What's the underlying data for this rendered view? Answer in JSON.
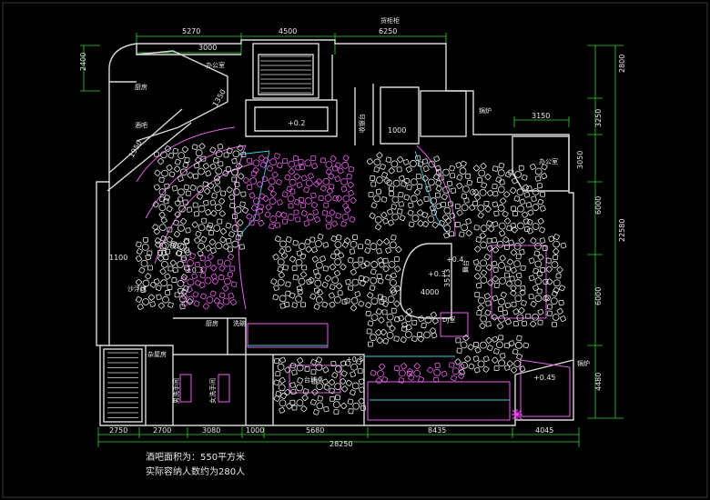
{
  "dims": {
    "top": [
      "5270",
      "3000",
      "4500",
      "6250"
    ],
    "right": [
      "2800",
      "3250",
      "3050",
      "6000",
      "22580",
      "6000",
      "4480"
    ],
    "left": [
      "2400",
      "1100"
    ],
    "inner": [
      "1950",
      "1350",
      "3150",
      "1000",
      "3513",
      "4000",
      "+0.2",
      "+0.3",
      "+0.4",
      "+0.5",
      "+0.45",
      "±0.3"
    ],
    "bottom": [
      "2750",
      "2700",
      "3080",
      "1000",
      "5680",
      "8435",
      "4045"
    ],
    "total": "28250"
  },
  "rooms": {
    "display_cabinet": "货柜柜",
    "office_left": "办公室",
    "office_right": "办公室",
    "kitchen": "厨房",
    "bar": "酒吧",
    "sofa_zone": "沙浮球",
    "billiard": "台球桌",
    "kitchen_small": "厨房",
    "dishroom": "洗碗",
    "utility": "杂屋房",
    "boiler_top": "锅炉",
    "boiler_bottom": "锅炉",
    "cashier": "收银台",
    "mens_wc": "男洗手间",
    "womens_wc": "女洗手间",
    "dj": "DJ室",
    "stage": "舞台"
  },
  "notes": {
    "area": "酒吧面积为：550平方米",
    "capacity": "实际容纳人数约为280人"
  }
}
